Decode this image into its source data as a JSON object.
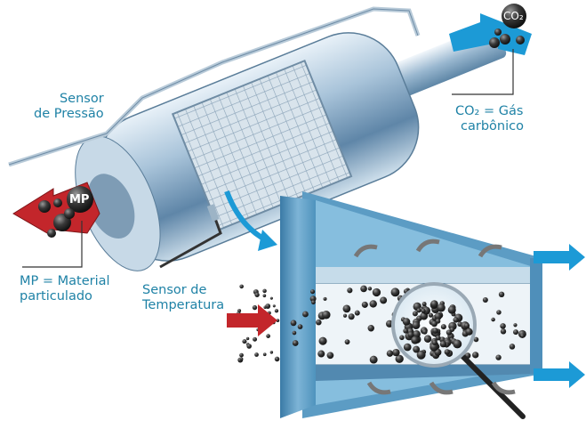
{
  "labels": {
    "pressure_sensor": [
      "Sensor",
      "de Pressão"
    ],
    "co2": [
      "CO₂ = Gás",
      "carbônico"
    ],
    "mp": [
      "MP = Material",
      "particulado"
    ],
    "temperature_sensor": [
      "Sensor de",
      "Temperatura"
    ]
  },
  "badges": {
    "mp": "MP",
    "co2": "CO₂"
  },
  "colors": {
    "label_text": "#1f82a6",
    "inlet_arrow": "#c3262b",
    "outlet_arrow": "#1c9ad6",
    "frame_blue": "#4f93bd",
    "particle": "#2b2b2b"
  }
}
